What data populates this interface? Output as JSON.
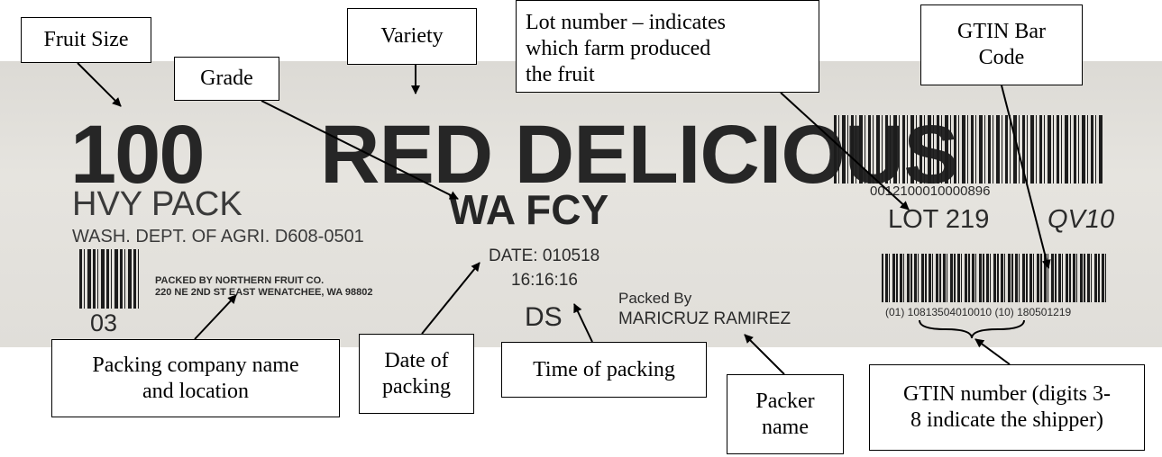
{
  "label": {
    "size": "100",
    "pack": "HVY PACK",
    "variety": "RED DELICIOUS",
    "grade": "WA FCY",
    "dept": "WASH. DEPT. OF AGRI. D608-0501",
    "packer_co_line1": "PACKED BY NORTHERN FRUIT CO.",
    "packer_co_line2": "220 NE 2ND ST EAST WENATCHEE, WA 98802",
    "code_03": "03",
    "date": "DATE: 010518",
    "time": "16:16:16",
    "ds": "DS",
    "packed_by": "Packed By",
    "packer_name": "MARICRUZ RAMIREZ",
    "upc_digits": "0012100010000896",
    "lot": "LOT 219",
    "qv": "QV10",
    "gtin_text": "(01) 10813504010010 (10) 180501219"
  },
  "callouts": {
    "fruit_size": "Fruit Size",
    "variety": "Variety",
    "grade": "Grade",
    "lot_line1": "Lot number – indicates",
    "lot_line2": "which farm produced",
    "lot_line3": "the fruit",
    "gtin_bar_line1": "GTIN Bar",
    "gtin_bar_line2": "Code",
    "packing_company_line1": "Packing company name",
    "packing_company_line2": "and location",
    "date_line1": "Date of",
    "date_line2": "packing",
    "time": "Time of packing",
    "packer_line1": "Packer",
    "packer_line2": "name",
    "gtin_number_line1": "GTIN number (digits 3-",
    "gtin_number_line2": "8 indicate the shipper)"
  }
}
